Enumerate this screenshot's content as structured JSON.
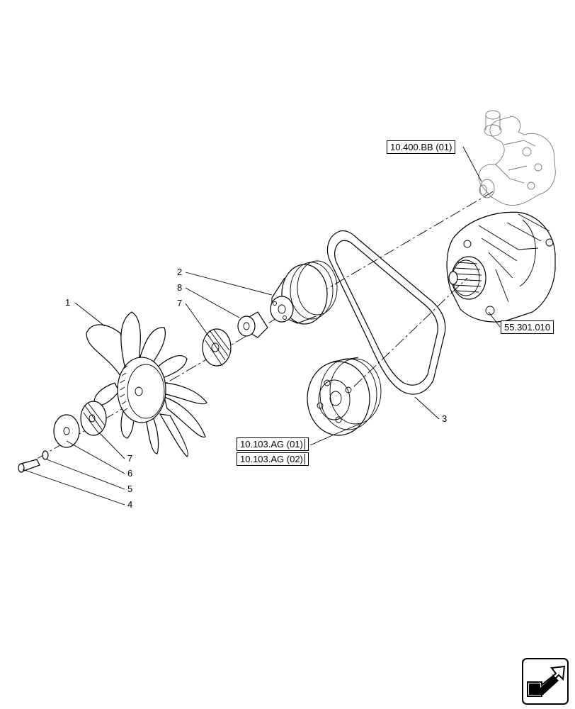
{
  "references": {
    "water_pump": "10.400.BB (01)",
    "alternator": "55.301.010",
    "pulley_1": "10.103.AG (01)",
    "pulley_2": "10.103.AG (02)"
  },
  "callouts": [
    "1",
    "2",
    "8",
    "7",
    "7",
    "6",
    "5",
    "4",
    "3"
  ],
  "nav": {
    "icon": "next-page-arrow-icon"
  }
}
